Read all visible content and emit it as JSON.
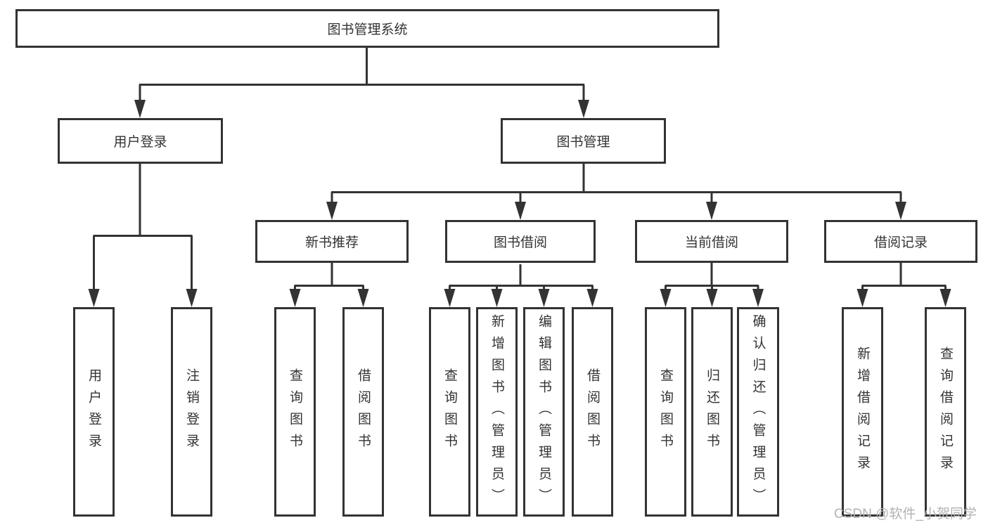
{
  "diagram_type": "hierarchy-tree",
  "tree": {
    "label": "图书管理系统",
    "children": [
      {
        "label": "用户登录",
        "children": [
          {
            "label": "用户登录"
          },
          {
            "label": "注销登录"
          }
        ]
      },
      {
        "label": "图书管理",
        "children": [
          {
            "label": "新书推荐",
            "children": [
              {
                "label": "查询图书"
              },
              {
                "label": "借阅图书"
              }
            ]
          },
          {
            "label": "图书借阅",
            "children": [
              {
                "label": "查询图书"
              },
              {
                "label": "新增图书（管理员）"
              },
              {
                "label": "编辑图书（管理员）"
              },
              {
                "label": "借阅图书"
              }
            ]
          },
          {
            "label": "当前借阅",
            "children": [
              {
                "label": "查询图书"
              },
              {
                "label": "归还图书"
              },
              {
                "label": "确认归还（管理员）"
              }
            ]
          },
          {
            "label": "借阅记录",
            "children": [
              {
                "label": "新增借阅记录"
              },
              {
                "label": "查询借阅记录"
              }
            ]
          }
        ]
      }
    ]
  },
  "watermark": {
    "text": "CSDN @软件_小贺同学"
  },
  "colors": {
    "line": "#333333",
    "box_border": "#333333",
    "text": "#333333",
    "watermark": "#b2b2b2",
    "background": "#ffffff"
  }
}
